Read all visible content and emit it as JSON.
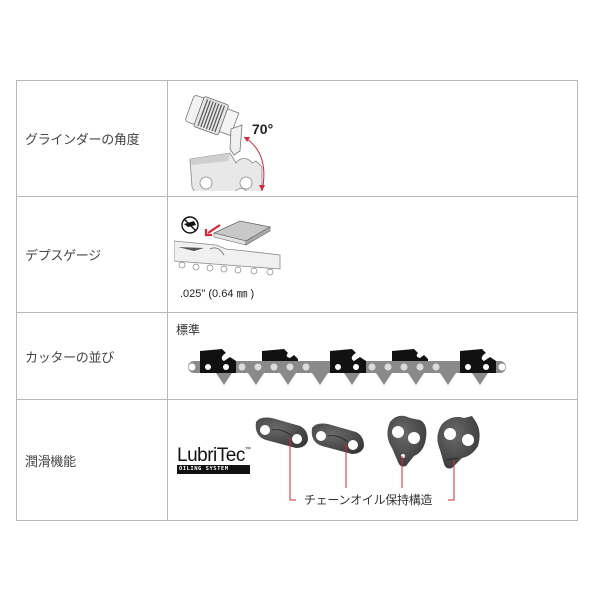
{
  "table": {
    "rows": [
      {
        "label": "グラインダーの角度",
        "content": {
          "type": "grinder-angle-illustration",
          "angle_text": "70°"
        }
      },
      {
        "label": "デプスゲージ",
        "content": {
          "type": "depth-gauge-illustration",
          "caption": ".025\" (0.64 ㎜ )"
        }
      },
      {
        "label": "カッターの並び",
        "content": {
          "type": "chain-cutter-sequence",
          "caption": "標準",
          "cutter_count": 5
        }
      },
      {
        "label": "潤滑機能",
        "content": {
          "type": "lubritec-illustration",
          "logo_name": "LubriTec",
          "logo_tm": "™",
          "logo_sub": "OILING SYSTEM",
          "callout": "チェーンオイル保持構造"
        }
      }
    ]
  },
  "colors": {
    "border": "#b8b8b8",
    "text": "#444444",
    "accent_red": "#d9263a",
    "chain_gray": "#8a8a8a",
    "cutter_black": "#111111"
  }
}
